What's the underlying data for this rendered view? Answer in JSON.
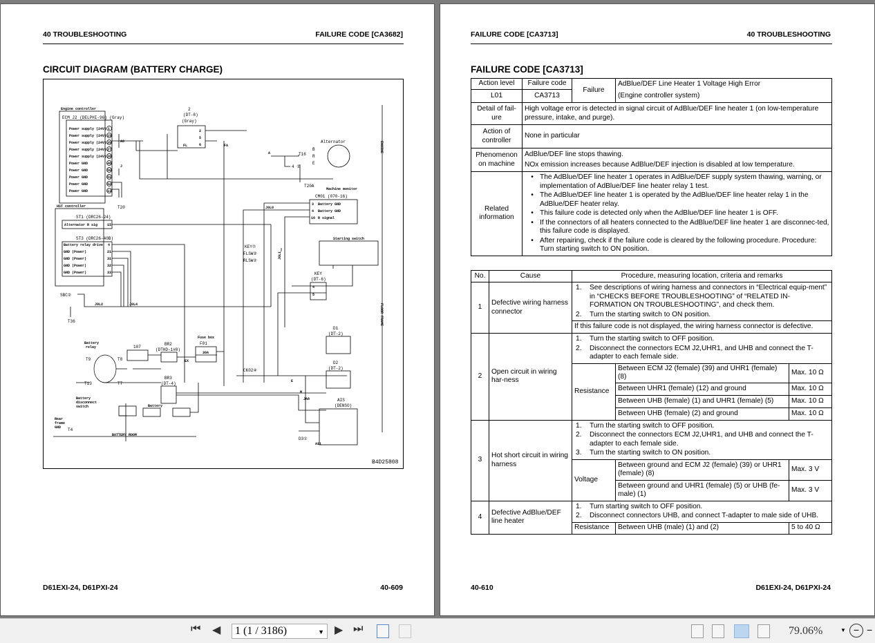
{
  "left_page": {
    "header_left": "40 TROUBLESHOOTING",
    "header_right": "FAILURE CODE [CA3682]",
    "title": "CIRCUIT DIAGRAM (BATTERY CHARGE)",
    "footer_left": "D61EXI-24, D61PXI-24",
    "footer_right": "40-609",
    "diagram": {
      "engine_controller": "Engine controller",
      "ecm": "ECM J2 (DELPHI-96) (Gray)",
      "ecm_pins": [
        {
          "label": "Power supply (24V)",
          "pin": "1"
        },
        {
          "label": "Power supply (24V)",
          "pin": "19"
        },
        {
          "label": "Power supply (24V)",
          "pin": "39"
        },
        {
          "label": "Power supply (24V)",
          "pin": "27"
        },
        {
          "label": "Power supply (24V)",
          "pin": "28"
        },
        {
          "label": "Power GND",
          "pin": "48"
        },
        {
          "label": "Power GND",
          "pin": "50"
        },
        {
          "label": "Power GND",
          "pin": "51"
        },
        {
          "label": "Power GND",
          "pin": "52"
        },
        {
          "label": "Power GND",
          "pin": "13"
        }
      ],
      "t20": "T20",
      "a0": "A0",
      "j": "J",
      "hst_controller": "HST controller",
      "st1": "ST1 (DRC26-24)",
      "st1_pin_label": "Alternator R sig",
      "st1_pin": "15",
      "st3": "ST3 (DRC26-40B)",
      "st3_pins": [
        {
          "label": "Battery relay drive",
          "pin": "4"
        },
        {
          "label": "GND (Power)",
          "pin": "21"
        },
        {
          "label": "GND (Power)",
          "pin": "31"
        },
        {
          "label": "GND (Power)",
          "pin": "32"
        },
        {
          "label": "GND (Power)",
          "pin": "33"
        }
      ],
      "conn2": [
        "2",
        "(DT-8)",
        "(Gray)"
      ],
      "conn2_pins": [
        "2",
        "5",
        "6"
      ],
      "fl": "FL",
      "fa": "FA",
      "alternator": "Alternator",
      "t16": "T16",
      "alt_terms": [
        "B",
        "R",
        "E"
      ],
      "t20a": "T20A",
      "a": "A",
      "to4": "4 ②",
      "machine_monitor": "Machine monitor",
      "cm01": "CM01 (070-16)",
      "cm01_pins": [
        {
          "pin": "3",
          "label": "Battery GND"
        },
        {
          "pin": "4",
          "label": "Battery GND"
        },
        {
          "pin": "16",
          "label": "R signal"
        }
      ],
      "j0l0": "J0L0",
      "j0l1": "J0L1",
      "key7": "KEY⑦",
      "flsw": "FLSW②",
      "rlsw": "RLSW②",
      "starting_switch": "Starting switch",
      "key_conn": [
        "KEY",
        "(DT-6)"
      ],
      "key_pins": [
        "4",
        "5"
      ],
      "sbc": "SBC②",
      "t36": "T36",
      "j0l2": "J0L2",
      "j0l4": "J0L4",
      "d1": [
        "D1",
        "(DT-2)"
      ],
      "d2": [
        "D2",
        "(DT-2)"
      ],
      "ais": [
        "AIS",
        "(DENSO)"
      ],
      "d3": "D3①",
      "a11": "A11",
      "ck02": "CK02④",
      "e": "E",
      "m": "M",
      "ja8": "JA8",
      "battery_relay": [
        "Battery",
        "relay"
      ],
      "relay_terms": [
        "T9",
        "T8",
        "T13",
        "T7"
      ],
      "c107": "107",
      "br2": [
        "BR2",
        "(DTHD-1#8)"
      ],
      "fusebox": [
        "Fuse box",
        "F01"
      ],
      "fuse": "30A",
      "ex": "EX",
      "br3": [
        "BR3",
        "(DT-4)"
      ],
      "battery_switch": [
        "Battery",
        "disconnect",
        "switch"
      ],
      "battery": "Battery",
      "rear_gnd": [
        "Rear",
        "frame",
        "GND"
      ],
      "t4": "T4",
      "battery_room": "BATTERY ROOM",
      "engine": "ENGINE",
      "floor_frame": "FLOOR FRAME",
      "drawing_no": "B4D25808"
    }
  },
  "right_page": {
    "header_left": "FAILURE CODE [CA3713]",
    "header_right": "40 TROUBLESHOOTING",
    "title": "FAILURE CODE [CA3713]",
    "footer_left": "40-610",
    "footer_right": "D61EXI-24, D61PXI-24",
    "info": {
      "action_level_h": "Action level",
      "failure_code_h": "Failure code",
      "failure_h": "Failure",
      "action_level": "L01",
      "failure_code": "CA3713",
      "failure_1": "AdBlue/DEF Line Heater 1 Voltage High Error",
      "failure_2": "(Engine controller system)",
      "detail_h": "Detail of fail-ure",
      "detail": "High voltage error is detected in signal circuit of AdBlue/DEF line heater 1 (on low-temperature pressure, intake, and purge).",
      "action_h": "Action of controller",
      "action": "None in particular",
      "phenomenon_h": "Phenomenon on machine",
      "phenomenon": [
        "AdBlue/DEF line stops thawing.",
        "NOx emission increases because AdBlue/DEF injection is disabled at low temperature."
      ],
      "related_h": "Related information",
      "related": [
        "The AdBlue/DEF line heater 1 operates in AdBlue/DEF supply system thawing, warning, or implementation of AdBlue/DEF line heater relay 1 test.",
        "The AdBlue/DEF line heater 1 is operated by the AdBlue/DEF line heater relay 1 in the AdBlue/DEF heater relay.",
        "This failure code is detected only when the AdBlue/DEF line heater 1 is OFF.",
        "If the connectors of all heaters connected to the AdBlue/DEF line heater 1 are disconnec-ted, this failure code is displayed.",
        "After repairing, check if the failure code is cleared by the following procedure. Procedure: Turn starting switch to ON position."
      ]
    },
    "causes": {
      "h_no": "No.",
      "h_cause": "Cause",
      "h_proc": "Procedure, measuring location, criteria and remarks",
      "rows": [
        {
          "no": "1",
          "cause": "Defective wiring harness connector",
          "steps": [
            "See descriptions of wiring harness and connectors in “Electrical equip-ment” in “CHECKS BEFORE TROUBLESHOOTING” of “RELATED IN-FORMATION ON TROUBLESHOOTING”, and check them.",
            "Turn the starting switch to ON position."
          ],
          "note": "If this failure code is not displayed, the wiring harness connector is defective."
        },
        {
          "no": "2",
          "cause": "Open circuit in wiring har-ness",
          "steps": [
            "Turn the starting switch to OFF position.",
            "Disconnect the connectors ECM J2,UHR1, and UHB and connect the T-adapter to each female side."
          ],
          "meas": "Resistance",
          "checks": [
            [
              "Between ECM J2 (female) (39) and UHR1 (female) (8)",
              "Max. 10 Ω"
            ],
            [
              "Between UHR1 (female) (12) and ground",
              "Max. 10 Ω"
            ],
            [
              "Between UHB (female) (1) and UHR1 (female) (5)",
              "Max. 10 Ω"
            ],
            [
              "Between UHB (female) (2) and ground",
              "Max. 10 Ω"
            ]
          ]
        },
        {
          "no": "3",
          "cause": "Hot short circuit in wiring harness",
          "steps": [
            "Turn the starting switch to OFF position.",
            "Disconnect the connectors ECM J2,UHR1, and UHB and connect the T-adapter to each female side.",
            "Turn the starting switch to ON position."
          ],
          "meas": "Voltage",
          "checks": [
            [
              "Between ground and ECM J2 (female) (39) or UHR1 (female) (8)",
              "Max. 3 V"
            ],
            [
              "Between ground and UHR1 (female) (5) or UHB (fe-male) (1)",
              "Max. 3 V"
            ]
          ]
        },
        {
          "no": "4",
          "cause": "Defective AdBlue/DEF line heater",
          "steps": [
            "Turn starting switch to OFF position.",
            "Disconnect connectors UHB, and connect T-adapter to male side of UHB."
          ],
          "meas": "Resistance",
          "checks": [
            [
              "Between UHB (male) (1) and (2)",
              "5 to 40 Ω"
            ]
          ]
        }
      ]
    }
  },
  "toolbar": {
    "page_value": "1 (1 / 3186)",
    "zoom": "79.06%",
    "active_view": "two-page",
    "active_color": "#bcd6f0"
  }
}
